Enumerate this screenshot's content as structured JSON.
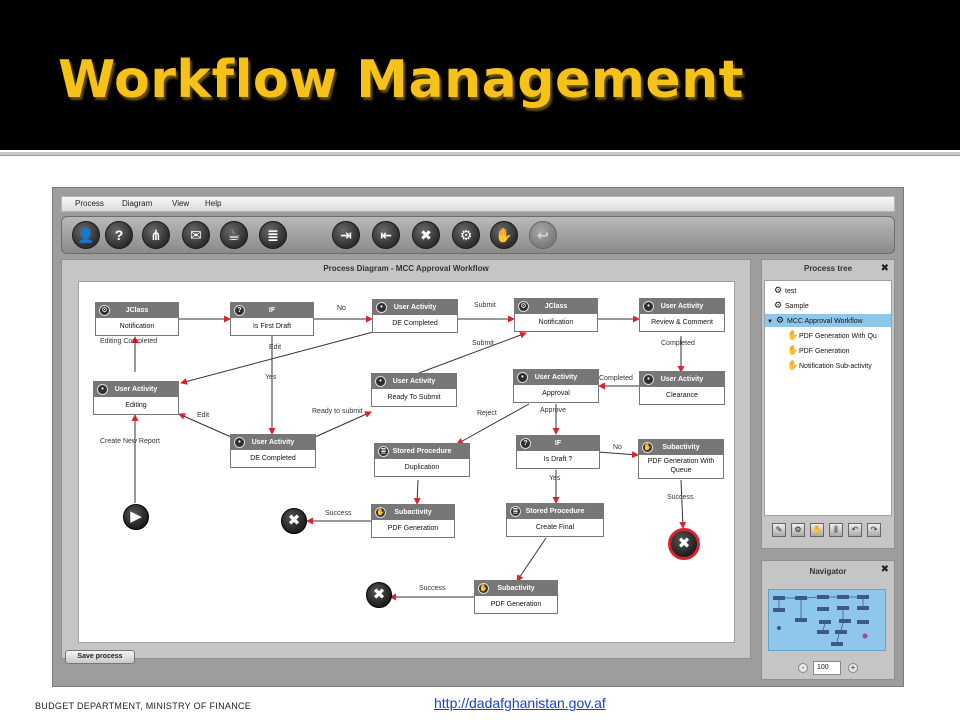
{
  "slide": {
    "title": "Workflow Management",
    "footer_left": "BUDGET DEPARTMENT, MINISTRY OF FINANCE",
    "footer_link": "http://dadafghanistan.gov.af"
  },
  "colors": {
    "title": "#f6c21a",
    "header_bg": "#000000",
    "node_header": "#777777",
    "edge": "#333333",
    "arrow_head": "#d9232e",
    "selection": "#8fc7ec",
    "link": "#1a3fd6"
  },
  "menu": [
    "Process",
    "Diagram",
    "View",
    "Help"
  ],
  "toolbar": [
    {
      "icon": "user-icon",
      "glyph": "👤"
    },
    {
      "icon": "help-icon",
      "glyph": "?"
    },
    {
      "icon": "split-icon",
      "glyph": "⋔"
    },
    {
      "icon": "mail-icon",
      "glyph": "✉"
    },
    {
      "icon": "java-icon",
      "glyph": "☕"
    },
    {
      "icon": "database-icon",
      "glyph": "≣"
    },
    {
      "icon": "connect-icon",
      "glyph": "⇥"
    },
    {
      "icon": "disconnect-icon",
      "glyph": "⇤"
    },
    {
      "icon": "end-icon",
      "glyph": "✖"
    },
    {
      "icon": "gears-icon",
      "glyph": "⚙"
    },
    {
      "icon": "hand-icon",
      "glyph": "✋"
    },
    {
      "icon": "return-icon",
      "glyph": "↩"
    }
  ],
  "diagram": {
    "title": "Process Diagram - MCC Approval Workflow",
    "nodes": [
      {
        "type": "JClass",
        "label": "Notification",
        "icon": "gear-icon",
        "glyph": "⚙"
      },
      {
        "type": "IF",
        "label": "Is First Draft",
        "icon": "question-icon",
        "glyph": "?"
      },
      {
        "type": "User Activity",
        "label": "DE Completed",
        "icon": "user-icon",
        "glyph": "•"
      },
      {
        "type": "JClass",
        "label": "Notification",
        "icon": "gear-icon",
        "glyph": "⚙"
      },
      {
        "type": "User Activity",
        "label": "Review & Comment",
        "icon": "user-icon",
        "glyph": "•"
      },
      {
        "type": "User Activity",
        "label": "Editing",
        "icon": "user-icon",
        "glyph": "•"
      },
      {
        "type": "User Activity",
        "label": "Ready To Submit",
        "icon": "user-icon",
        "glyph": "•"
      },
      {
        "type": "User Activity",
        "label": "Approval",
        "icon": "user-icon",
        "glyph": "•"
      },
      {
        "type": "User Activity",
        "label": "Clearance",
        "icon": "user-icon",
        "glyph": "•"
      },
      {
        "type": "User Activity",
        "label": "DE Completed",
        "icon": "user-icon",
        "glyph": "•"
      },
      {
        "type": "Stored Procedure",
        "label": "Duplication",
        "icon": "database-icon",
        "glyph": "≣"
      },
      {
        "type": "IF",
        "label": "Is Draft ?",
        "icon": "question-icon",
        "glyph": "?"
      },
      {
        "type": "Subactivity",
        "label": "PDF Generation With Queue",
        "icon": "hand-icon",
        "glyph": "✋"
      },
      {
        "type": "Subactivity",
        "label": "PDF Generation",
        "icon": "hand-icon",
        "glyph": "✋"
      },
      {
        "type": "Stored Procedure",
        "label": "Create Final",
        "icon": "database-icon",
        "glyph": "≣"
      },
      {
        "type": "Subactivity",
        "label": "PDF Generation",
        "icon": "hand-icon",
        "glyph": "✋"
      }
    ],
    "edge_labels": [
      "No",
      "Submit",
      "Editing Completed",
      "Edit",
      "Submit",
      "Completed",
      "Yes",
      "Completed",
      "Edit",
      "Ready to submit",
      "Reject",
      "Approve",
      "Create New Report",
      "No",
      "Yes",
      "Success",
      "Success",
      "Success"
    ]
  },
  "process_tree": {
    "title": "Process tree",
    "items": [
      {
        "label": "test",
        "icon": "gear-icon",
        "glyph": "⚙",
        "level": 0,
        "selected": false
      },
      {
        "label": "Sample",
        "icon": "gear-icon",
        "glyph": "⚙",
        "level": 0,
        "selected": false
      },
      {
        "label": "MCC Approval Workflow",
        "icon": "gear-icon",
        "glyph": "⚙",
        "level": 0,
        "selected": true,
        "expanded": true
      },
      {
        "label": "PDF Generation With Qu",
        "icon": "hand-icon",
        "glyph": "✋",
        "level": 1,
        "selected": false
      },
      {
        "label": "PDF Generation",
        "icon": "hand-icon",
        "glyph": "✋",
        "level": 1,
        "selected": false
      },
      {
        "label": "Notification Sub-activity",
        "icon": "hand-icon",
        "glyph": "✋",
        "level": 1,
        "selected": false
      }
    ],
    "actions": [
      {
        "icon": "edit-icon",
        "glyph": "✎"
      },
      {
        "icon": "settings-icon",
        "glyph": "⚙"
      },
      {
        "icon": "hand-icon",
        "glyph": "✋"
      },
      {
        "icon": "align-icon",
        "glyph": "⫼"
      },
      {
        "icon": "undo-icon",
        "glyph": "↶"
      },
      {
        "icon": "redo-icon",
        "glyph": "↷"
      }
    ]
  },
  "navigator": {
    "title": "Navigator",
    "zoom": "100",
    "zoom_out": "-",
    "zoom_in": "+"
  },
  "footer_button": "Save process"
}
